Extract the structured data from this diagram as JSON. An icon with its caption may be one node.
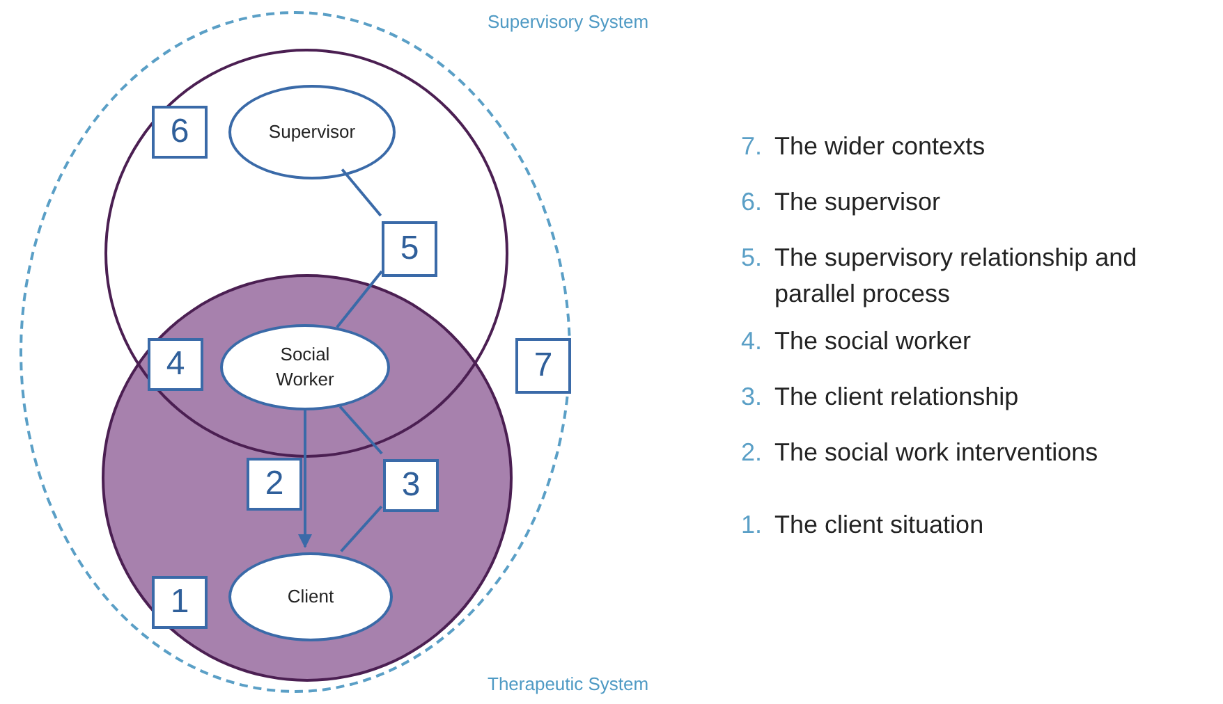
{
  "diagram": {
    "nodes": [
      {
        "text": [],
        "shape": "circle"
      },
      {
        "text": [],
        "shape": "circle",
        "in": 0
      },
      {
        "text": [],
        "shape": "circle",
        "in": 0
      },
      {
        "text": [
          "Supervisor"
        ],
        "in": 1
      },
      {
        "text": [
          "Social Worker"
        ]
      },
      {
        "text": [
          "Client"
        ],
        "in": 2
      },
      {
        "text": [
          "6"
        ],
        "in": 1
      },
      {
        "text": [
          "5"
        ],
        "in": 1
      },
      {
        "text": [
          "4"
        ]
      },
      {
        "text": [
          "7"
        ],
        "in": 0
      },
      {
        "text": [
          "2"
        ],
        "in": 2
      },
      {
        "text": [
          "3"
        ],
        "in": 2
      },
      {
        "text": [
          "1"
        ],
        "in": 2
      }
    ],
    "edges": [
      {
        "from": 3,
        "to": 7,
        "arrow": "none"
      },
      {
        "from": 7,
        "to": 4,
        "arrow": "none"
      },
      {
        "from": 4,
        "to": 5,
        "arrow": "to"
      },
      {
        "from": 4,
        "to": 11,
        "arrow": "none"
      },
      {
        "from": 11,
        "to": 5,
        "arrow": "none"
      }
    ],
    "labels": [
      "Supervisory System",
      "Therapeutic System",
      "7. The wider contexts",
      "6. The supervisor",
      "5. The supervisory relationship and parallel process",
      "4. The social worker",
      "3. The client relationship",
      "2. The social work interventions",
      "1. The client situation"
    ]
  }
}
